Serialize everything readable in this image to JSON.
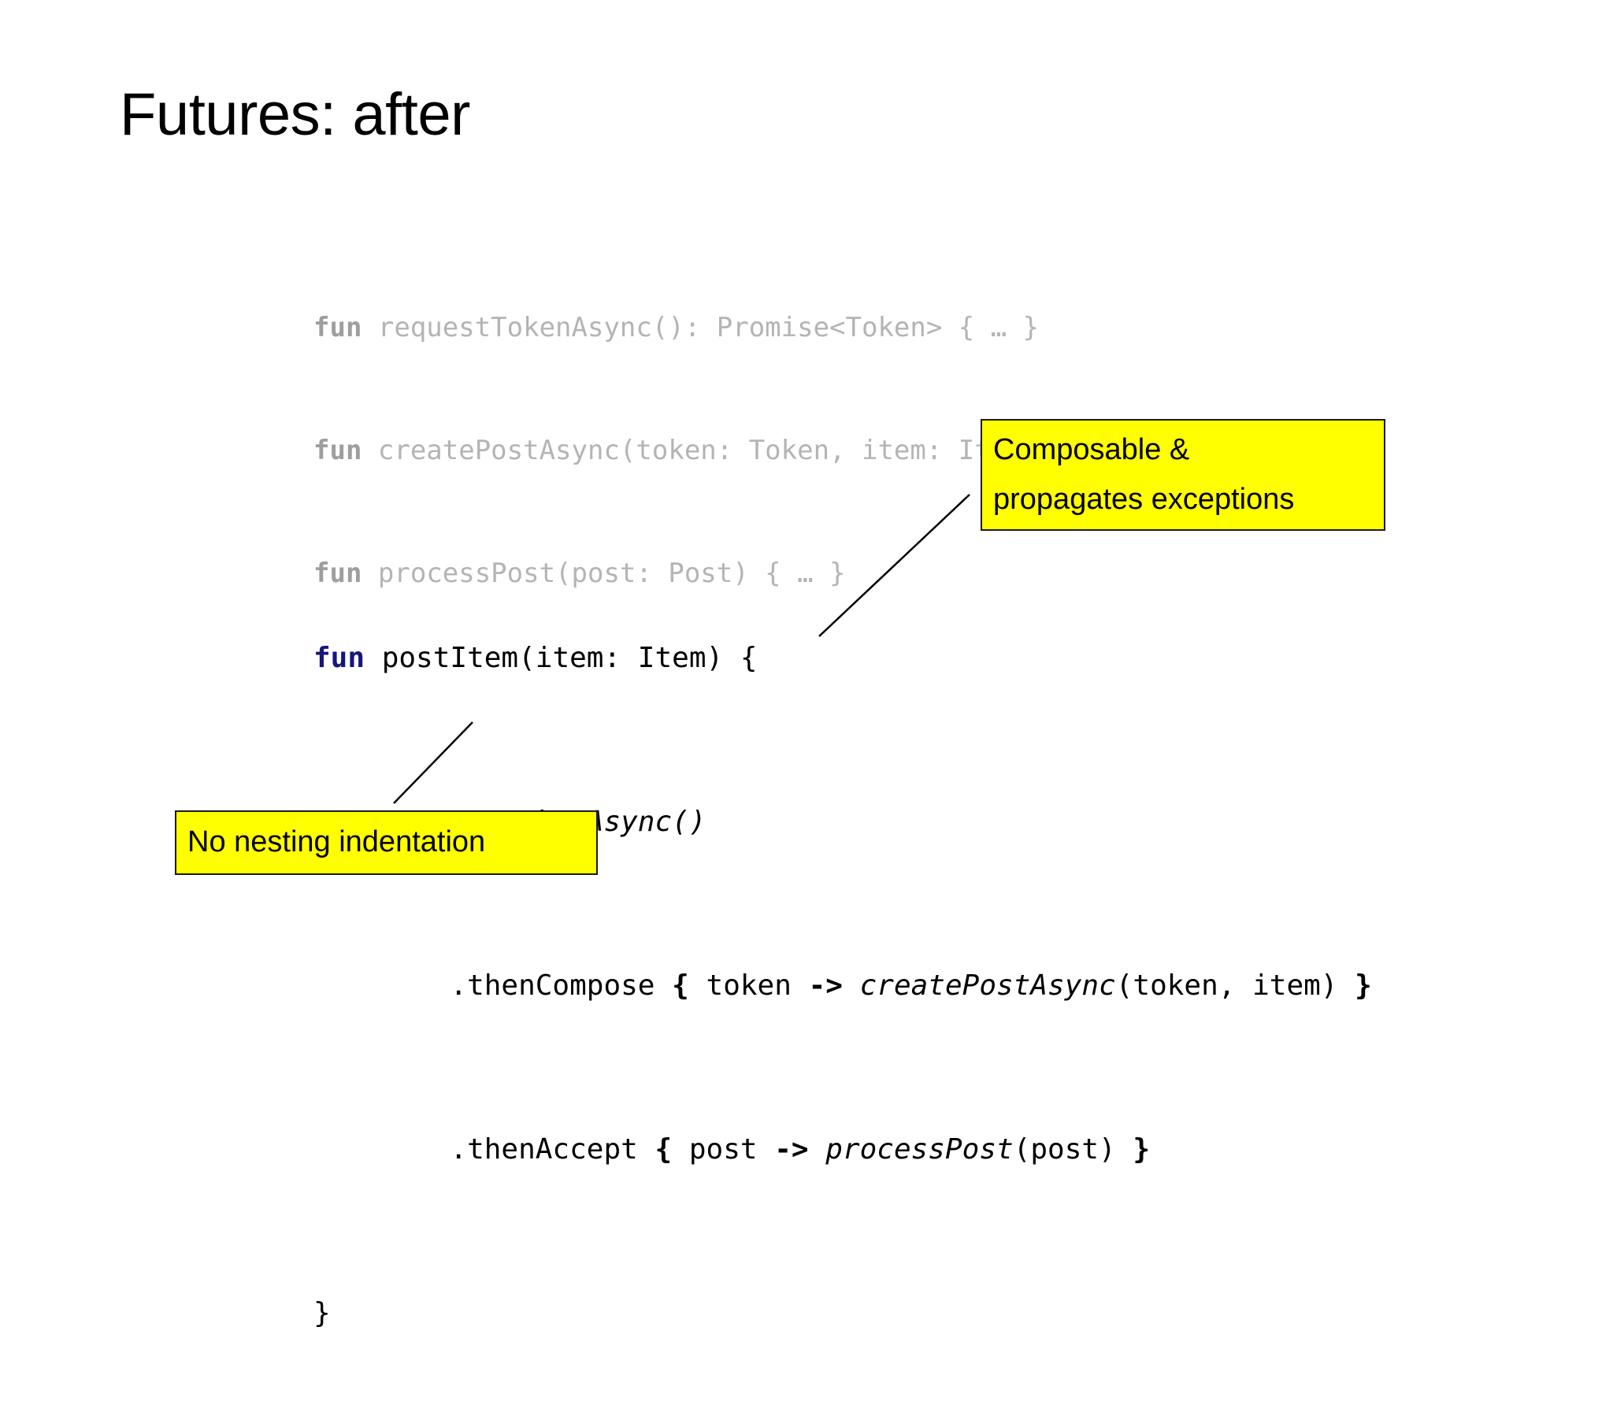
{
  "slide": {
    "title": "Futures: after",
    "background_color": "#ffffff"
  },
  "signatures_code": {
    "color": "#b4b4b4",
    "lines": [
      {
        "keyword": "fun ",
        "rest": "requestTokenAsync(): Promise<Token> { … }"
      },
      {
        "keyword": "fun ",
        "rest": "createPostAsync(token: Token, item: Item): Promise<Post> …"
      },
      {
        "keyword": "fun ",
        "rest": "processPost(post: Post) { … }"
      }
    ]
  },
  "main_code": {
    "keyword_color": "#16167e",
    "text_color": "#000000",
    "line1": {
      "kw": "fun ",
      "rest": "postItem(item: Item) {"
    },
    "line2": {
      "indent": "    ",
      "italic": "requestTokenAsync()"
    },
    "line3": {
      "indent": "        ",
      "method": ".thenCompose ",
      "brace_open": "{",
      "param": " token ",
      "arrow": "->",
      "space": " ",
      "call_italic": "createPostAsync",
      "call_args": "(token, item) ",
      "brace_close": "}"
    },
    "line4": {
      "indent": "        ",
      "method": ".thenAccept ",
      "brace_open": "{",
      "param": " post ",
      "arrow": "->",
      "space": " ",
      "call_italic": "processPost",
      "call_args": "(post) ",
      "brace_close": "}"
    },
    "line5": "}"
  },
  "callouts": {
    "composable": {
      "background": "#ffff00",
      "border_color": "#1a1a1a",
      "lines": [
        "Composable &",
        "propagates exceptions"
      ]
    },
    "indentation": {
      "background": "#ffff00",
      "border_color": "#1a1a1a",
      "lines": [
        "No nesting indentation"
      ]
    }
  }
}
